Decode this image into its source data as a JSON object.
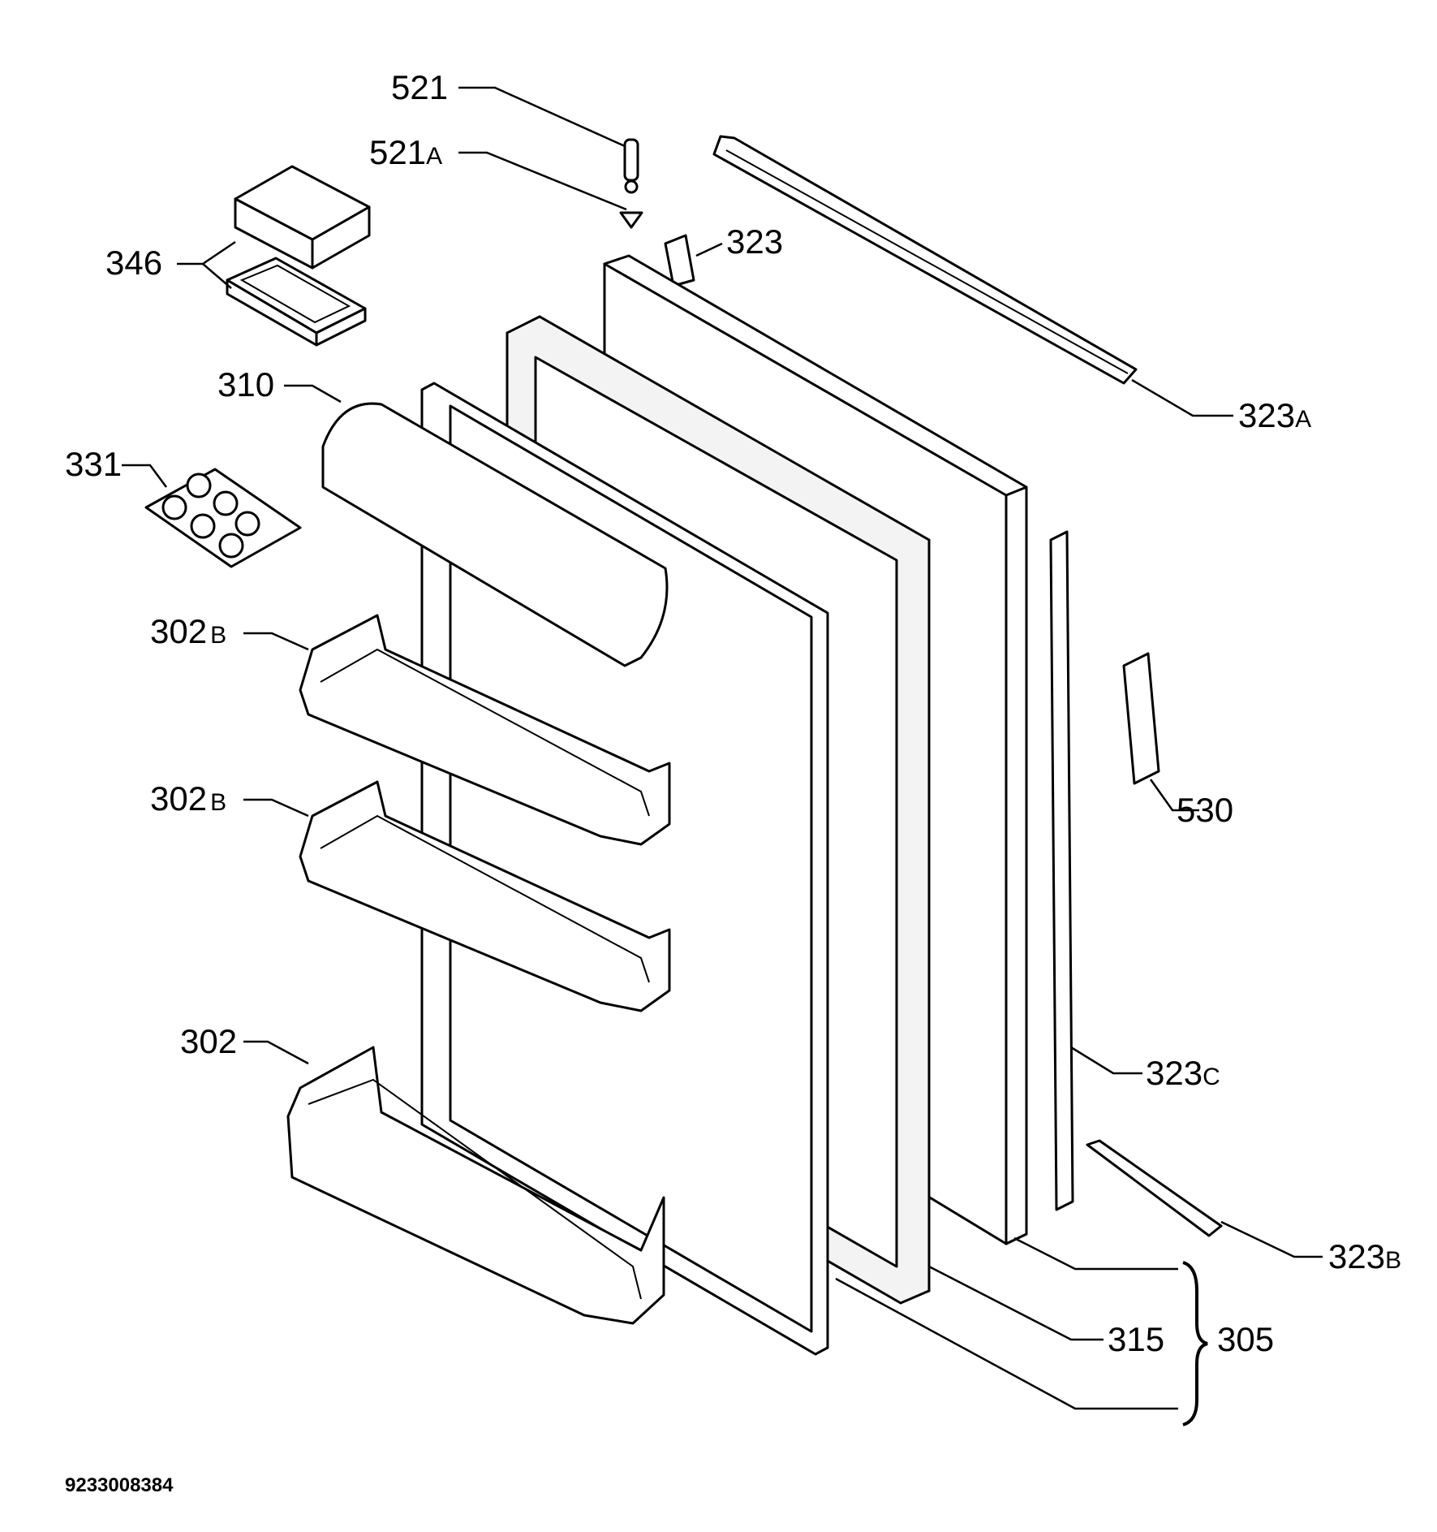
{
  "labels": {
    "p521": "521",
    "p521a": "521",
    "p521a_suffix": "A",
    "p346": "346",
    "p323": "323",
    "p323a": "323",
    "p323a_suffix": "A",
    "p310": "310",
    "p331": "331",
    "p302b_1": "302",
    "p302b_1_suffix": "B",
    "p302b_2": "302",
    "p302b_2_suffix": "B",
    "p302": "302",
    "p530": "530",
    "p323c": "323",
    "p323c_suffix": "C",
    "p323b": "323",
    "p323b_suffix": "B",
    "p315": "315",
    "p305": "305"
  },
  "document_number": "9233008384"
}
